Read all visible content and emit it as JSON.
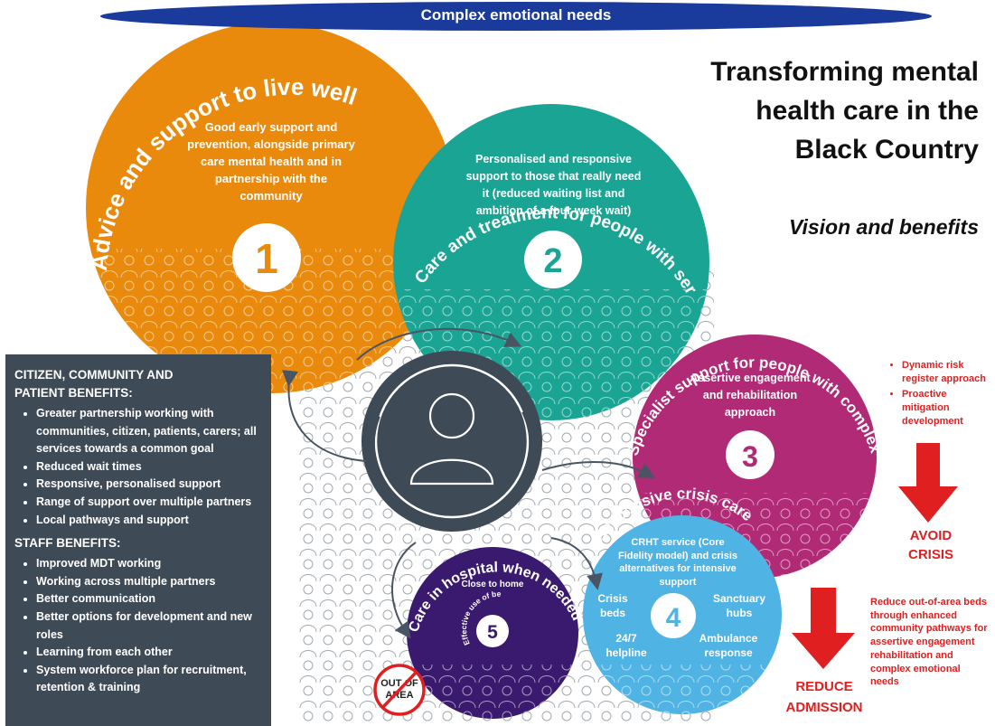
{
  "banner": {
    "title": "Complex emotional needs"
  },
  "page": {
    "title_lines": [
      "Transforming mental",
      "health care in the",
      "Black Country"
    ],
    "subtitle": "Vision and benefits"
  },
  "circles": [
    {
      "arc_title": "Advice and support to live well",
      "description_lines": [
        "Good early support and",
        "prevention, alongside primary",
        "care mental health and in",
        "partnership with the",
        "community"
      ],
      "number": "1",
      "color": "#ea8a0c"
    },
    {
      "arc_title": "Care and treatment for people with serious mental illness (SMI)",
      "description_lines": [
        "Personalised and responsive",
        "support to those that really need",
        "it (reduced waiting list and",
        "ambition of a four week wait)"
      ],
      "number": "2",
      "color": "#1aa494"
    },
    {
      "arc_title": "Specialist support for people with complex needs",
      "description_lines": [
        "Assertive engagement",
        "and rehabilitation",
        "approach"
      ],
      "number": "3",
      "color": "#b02a76"
    },
    {
      "arc_title": "Responsive crisis care",
      "description_lines": [
        "CRHT service (Core",
        "Fidelity model) and crisis",
        "alternatives for intensive",
        "support"
      ],
      "number": "4",
      "color": "#4fb3e3",
      "quadrants": {
        "crisis_beds": [
          "Crisis",
          "beds"
        ],
        "sanctuary_hubs": [
          "Sanctuary",
          "hubs"
        ],
        "helpline": [
          "24/7",
          "helpline"
        ],
        "ambulance": [
          "Ambulance",
          "response"
        ]
      }
    },
    {
      "arc_title": "Care in hospital when needed",
      "top_label": "Close to home",
      "inner_arc": "Effective use of bed stock",
      "number": "5",
      "color": "#3a1a6e"
    }
  ],
  "benefits": {
    "citizen_heading_lines": [
      "CITIZEN, COMMUNITY AND",
      "PATIENT BENEFITS:"
    ],
    "citizen_items": [
      "Greater partnership working with communities, citizen, patients, carers; all services towards a common goal",
      "Reduced wait times",
      "Responsive, personalised support",
      "Range of support over multiple partners",
      "Local pathways and support"
    ],
    "staff_heading": "STAFF BENEFITS:",
    "staff_items": [
      "Improved MDT working",
      "Working across multiple partners",
      "Better communication",
      "Better options for development and new roles",
      "Learning from each other",
      "System workforce plan for recruitment, retention & training"
    ]
  },
  "risk": {
    "items": [
      "Dynamic risk register approach",
      "Proactive mitigation development"
    ]
  },
  "outcomes": {
    "avoid_lines": [
      "AVOID",
      "CRISIS"
    ],
    "reduce_lines": [
      "REDUCE",
      "ADMISSION"
    ],
    "reduce_note": "Reduce out-of-area beds through enhanced community pathways for assertive engagement rehabilitation and complex emotional needs"
  },
  "out_of_area": {
    "lines": [
      "OUT OF",
      "AREA"
    ]
  },
  "colors": {
    "banner": "#1a3a9c",
    "panel": "#3f4a57",
    "hub": "#3f4a57",
    "alert_red": "#e02020",
    "people_outline": "#a0a8b0"
  },
  "icons": {
    "hub": "person-icon",
    "banner_decor": "people-icon",
    "no_entry": "no-entry-icon"
  }
}
